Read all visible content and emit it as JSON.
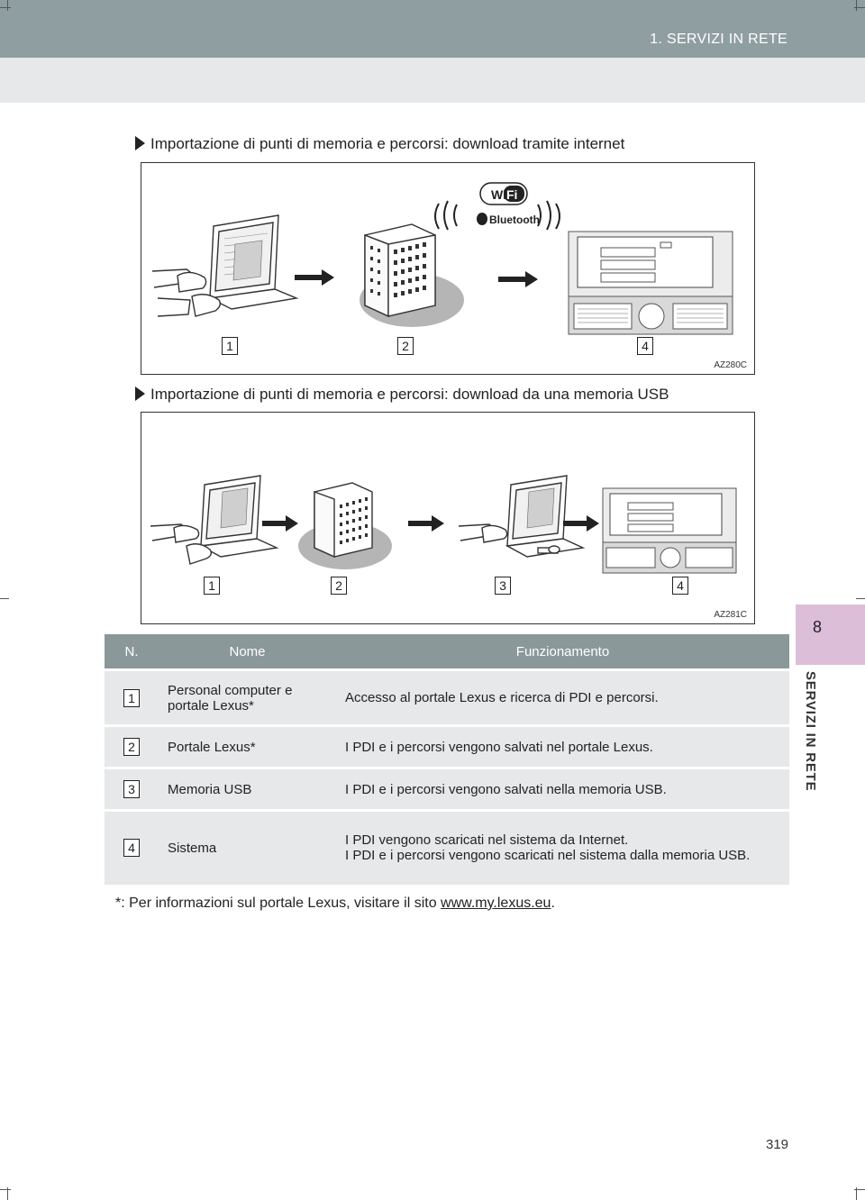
{
  "header": {
    "title": "1. SERVIZI IN RETE"
  },
  "side_tab": {
    "number": "8",
    "label": "SERVIZI IN RETE"
  },
  "sections": [
    {
      "title": "Importazione di punti di memoria e percorsi: download tramite internet",
      "figure_code": "AZ280C",
      "wifi_text": "Wi Fi",
      "bluetooth_text": "Bluetooth",
      "step_labels": [
        "1",
        "2",
        "4"
      ]
    },
    {
      "title": "Importazione di punti di memoria e percorsi: download da una memoria USB",
      "figure_code": "AZ281C",
      "step_labels": [
        "1",
        "2",
        "3",
        "4"
      ]
    }
  ],
  "table": {
    "headers": [
      "N.",
      "Nome",
      "Funzionamento"
    ],
    "rows": [
      {
        "n": "1",
        "nome": "Personal computer e portale Lexus*",
        "funzionamento": "Accesso al portale Lexus e ricerca di PDI e percorsi."
      },
      {
        "n": "2",
        "nome": "Portale Lexus*",
        "funzionamento": "I PDI e i percorsi vengono salvati nel portale Lexus."
      },
      {
        "n": "3",
        "nome": "Memoria USB",
        "funzionamento": "I PDI e i percorsi vengono salvati nella memoria USB."
      },
      {
        "n": "4",
        "nome": "Sistema",
        "funzionamento": "I PDI vengono scaricati nel sistema da Internet.",
        "funzionamento_2": "I PDI e i percorsi vengono scaricati nel sistema dalla memoria USB."
      }
    ]
  },
  "footnote": {
    "prefix": "*: Per informazioni sul portale Lexus, visitare il sito ",
    "link": "www.my.lexus.eu",
    "suffix": "."
  },
  "page_number": "319"
}
